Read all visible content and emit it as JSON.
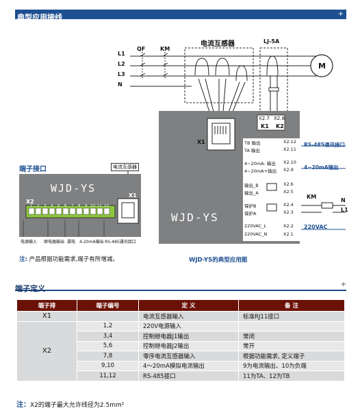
{
  "sections": {
    "typical_title": "典型应用接线",
    "terminal_def_title": "端子定义",
    "plus": "+"
  },
  "wiring": {
    "lines": [
      "L1",
      "L2",
      "L3",
      "N"
    ],
    "qf": "QF",
    "km": "KM",
    "ct_label": "电流互感器",
    "lj_label": "LJ-5A",
    "motor": "M",
    "x1": "X1",
    "x27": "X2.7",
    "x28": "X2.8",
    "k1": "K1",
    "k2": "K2",
    "rows": [
      {
        "name": "TB 输出",
        "pin": "X2.12"
      },
      {
        "name": "TA 输出",
        "pin": "X2.11"
      },
      {
        "name": "4~20mA- 输出",
        "pin": "X2.10"
      },
      {
        "name": "4~20mA+输出",
        "pin": "X2.9"
      },
      {
        "name": "输出_B",
        "pin": "X2.6"
      },
      {
        "name": "输出_A",
        "pin": "X2.5"
      },
      {
        "name": "保护B",
        "pin": "X2.4"
      },
      {
        "name": "保护A",
        "pin": "X2.3"
      },
      {
        "name": "220VAC_L",
        "pin": "X2.2"
      },
      {
        "name": "220VAC_N",
        "pin": "X2.1"
      }
    ],
    "rs485": "RS-485通讯接口",
    "ma_out": "4~20mA输出",
    "km2": "KM",
    "n2": "N",
    "l1b": "L1",
    "vac": "220VAC",
    "device_name": "WJD-YS",
    "caption": "WJD-YS的典型应用图"
  },
  "terminal_box": {
    "title": "端子接口",
    "ct_tag": "电流互感器",
    "model": "WJD-YS",
    "x1": "X1",
    "x2": "X2",
    "pins": [
      "1",
      "2",
      "3",
      "4",
      "5",
      "6",
      "7",
      "8",
      "9",
      "10",
      "11",
      "12"
    ],
    "groups": [
      "电源输入",
      "继电器输出",
      "漏电",
      "4-20mA输出",
      "RS-485通讯接口"
    ]
  },
  "note": {
    "label": "注:",
    "text": "产品根据功能需求,端子有所增减。"
  },
  "table": {
    "headers": [
      "端子排",
      "端子编号",
      "定  义",
      "备  注"
    ],
    "x1_row": {
      "name": "X1",
      "num": "",
      "def": "电流互感器输入",
      "remark": "标准RJ11接口"
    },
    "x2_name": "X2",
    "x2_rows": [
      {
        "num": "1,2",
        "def": "220V电源输入",
        "remark": ""
      },
      {
        "num": "3,4",
        "def": "控制继电器J1输出",
        "remark": "常闭"
      },
      {
        "num": "5,6",
        "def": "控制继电器J2输出",
        "remark": "常开"
      },
      {
        "num": "7,8",
        "def": "零序电流互感器输入",
        "remark": "根据功能需求, 定义端子"
      },
      {
        "num": "9,10",
        "def": "4～20mA模拟电流输出",
        "remark": "9为电流输出、10为负端"
      },
      {
        "num": "11,12",
        "def": "RS-485接口",
        "remark": "11为TA、12为TB"
      }
    ]
  },
  "footnote": {
    "label": "注：",
    "text": "X2的端子最大允许线径为2.5mm²"
  }
}
